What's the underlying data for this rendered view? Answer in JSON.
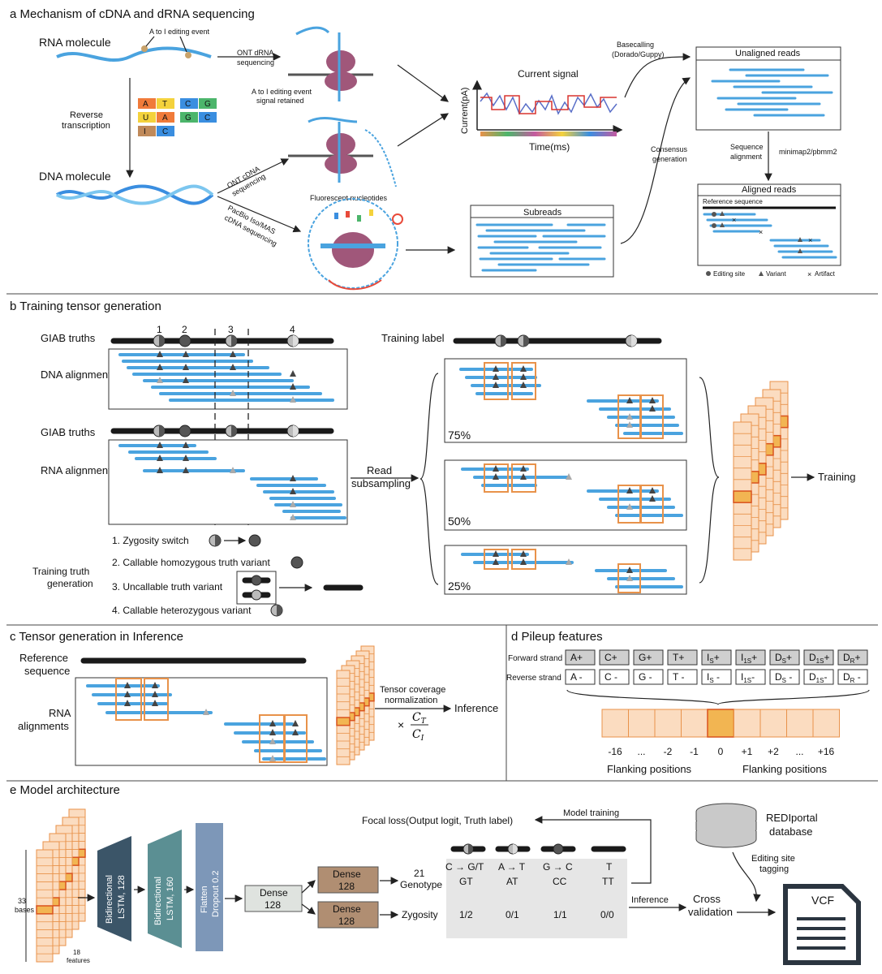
{
  "panel_a": {
    "title": "a Mechanism of cDNA and dRNA sequencing",
    "rna_molecule": "RNA molecule",
    "editing_event": "A to I editing event",
    "reverse_transcription": [
      "Reverse",
      "transcription"
    ],
    "dna_molecule": "DNA molecule",
    "ont_drna": [
      "ONT dRNA",
      "sequencing"
    ],
    "signal_retained": [
      "A to I editing event",
      "signal retained"
    ],
    "ont_cdna": [
      "ONT cDNA",
      "sequencing"
    ],
    "pacbio": [
      "PacBio Iso/MAS",
      "cDNA sequencing"
    ],
    "fluorescent": "Fluorescent nucleotides",
    "current_signal": "Current signal",
    "current_axis": "Current(pA)",
    "time_axis": "Time(ms)",
    "basecalling": [
      "Basecalling",
      "(Dorado/Guppy)"
    ],
    "consensus": [
      "Consensus",
      "generation"
    ],
    "unaligned_reads": "Unaligned reads",
    "sequence_alignment": [
      "Sequence",
      "alignment"
    ],
    "aligner": "minimap2/pbmm2",
    "aligned_reads": "Aligned reads",
    "reference_sequence": "Reference sequence",
    "subreads": "Subreads",
    "legend": [
      "Editing site",
      "Variant",
      "Artifact"
    ],
    "bases": [
      "A",
      "T",
      "C",
      "G",
      "U",
      "A",
      "G",
      "C",
      "I",
      "C"
    ]
  },
  "panel_b": {
    "title": "b Training tensor generation",
    "giab1": "GIAB truths",
    "dna_alignments": "DNA alignments",
    "giab2": "GIAB truths",
    "rna_alignments": "RNA alignments",
    "site_numbers": [
      "1",
      "2",
      "3",
      "4"
    ],
    "training_label": "Training label",
    "read_subsampling": [
      "Read",
      "subsampling"
    ],
    "percents": [
      "75%",
      "50%",
      "25%"
    ],
    "training": "Training",
    "rules": [
      "1. Zygosity switch",
      "2. Callable homozygous truth variant",
      "3. Uncallable truth variant",
      "4. Callable heterozygous variant"
    ],
    "training_truth": [
      "Training truth",
      "generation"
    ]
  },
  "panel_c": {
    "title": "c Tensor generation in Inference",
    "reference": [
      "Reference",
      "sequence"
    ],
    "rna": [
      "RNA",
      "alignments"
    ],
    "normalization": [
      "Tensor coverage",
      "normalization"
    ],
    "formula_num": "C",
    "formula_num_sub": "T",
    "formula_den": "C",
    "formula_den_sub": "I",
    "times": "×",
    "inference": "Inference"
  },
  "panel_d": {
    "title": "d Pileup features",
    "forward": "Forward strand",
    "reverse": "Reverse strand",
    "forward_features": [
      {
        "base": "A",
        "sub": "",
        "sign": "+"
      },
      {
        "base": "C",
        "sub": "",
        "sign": "+"
      },
      {
        "base": "G",
        "sub": "",
        "sign": "+"
      },
      {
        "base": "T",
        "sub": "",
        "sign": "+"
      },
      {
        "base": "I",
        "sub": "S",
        "sign": "+"
      },
      {
        "base": "I",
        "sub": "1S",
        "sign": "+"
      },
      {
        "base": "D",
        "sub": "S",
        "sign": "+"
      },
      {
        "base": "D",
        "sub": "1S",
        "sign": "+"
      },
      {
        "base": "D",
        "sub": "R",
        "sign": "+"
      }
    ],
    "reverse_features": [
      {
        "base": "A",
        "sub": "",
        "sign": " -"
      },
      {
        "base": "C",
        "sub": "",
        "sign": " -"
      },
      {
        "base": "G",
        "sub": "",
        "sign": " -"
      },
      {
        "base": "T",
        "sub": "",
        "sign": " -"
      },
      {
        "base": "I",
        "sub": "S",
        "sign": " -"
      },
      {
        "base": "I",
        "sub": "1S",
        "sign": "-"
      },
      {
        "base": "D",
        "sub": "S",
        "sign": " -"
      },
      {
        "base": "D",
        "sub": "1S",
        "sign": "-"
      },
      {
        "base": "D",
        "sub": "R",
        "sign": " -"
      }
    ],
    "positions": [
      "-16",
      "...",
      "-2",
      "-1",
      "0",
      "+1",
      "+2",
      "...",
      "+16"
    ],
    "flanking_left": "Flanking positions",
    "flanking_right": "Flanking positions"
  },
  "panel_e": {
    "title": "e Model architecture",
    "bases_label": [
      "33",
      "bases"
    ],
    "features_label": [
      "18",
      "features"
    ],
    "lstm1": [
      "Bidirectional",
      "LSTM, 128"
    ],
    "lstm2": [
      "Bidirectional",
      "LSTM, 160"
    ],
    "flatten": [
      "Flatten",
      "Dropout 0.2"
    ],
    "dense1": [
      "Dense",
      "128"
    ],
    "dense2": [
      "Dense",
      "128"
    ],
    "dense3": [
      "Dense",
      "128"
    ],
    "genotype": [
      "21",
      "Genotype"
    ],
    "zygosity": "Zygosity",
    "focal_loss": "Focal loss(Output logit, Truth label)",
    "model_training": "Model training",
    "changes": [
      "C → G/T",
      "A → T",
      "G → C",
      "T"
    ],
    "genotypes": [
      "GT",
      "AT",
      "CC",
      "TT"
    ],
    "zygosities": [
      "1/2",
      "0/1",
      "1/1",
      "0/0"
    ],
    "inference": "Inference",
    "cross_validation": [
      "Cross",
      "validation"
    ],
    "rediportal": [
      "REDIportal",
      "database"
    ],
    "editing_tagging": [
      "Editing site",
      "tagging"
    ],
    "vcf": "VCF"
  }
}
